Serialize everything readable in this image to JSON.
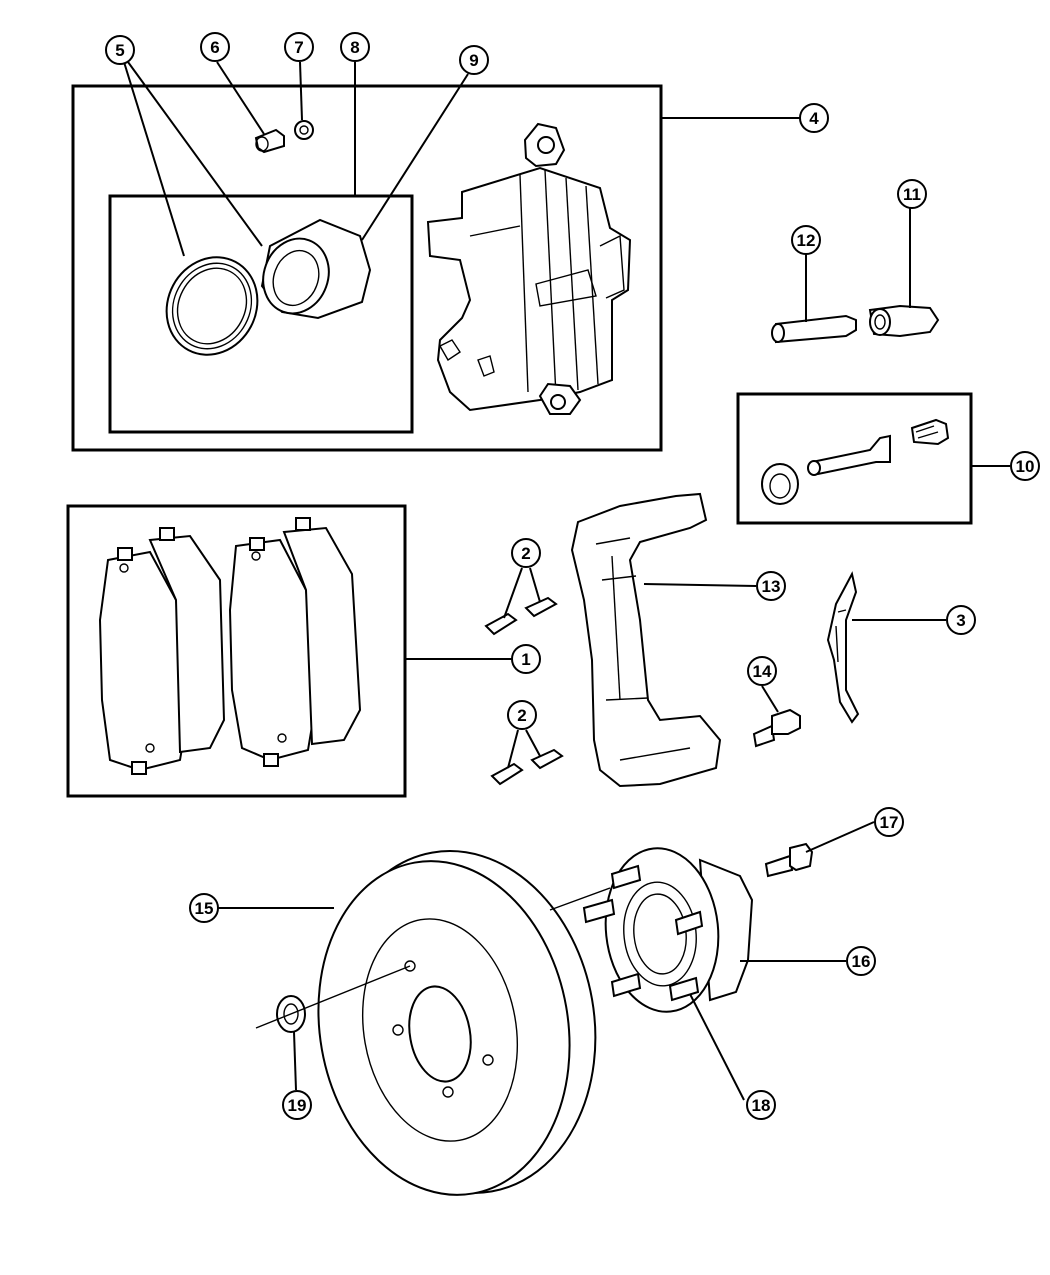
{
  "diagram": {
    "callouts": [
      {
        "id": "c1",
        "label": "1"
      },
      {
        "id": "c2a",
        "label": "2"
      },
      {
        "id": "c2b",
        "label": "2"
      },
      {
        "id": "c3",
        "label": "3"
      },
      {
        "id": "c4",
        "label": "4"
      },
      {
        "id": "c5",
        "label": "5"
      },
      {
        "id": "c6",
        "label": "6"
      },
      {
        "id": "c7",
        "label": "7"
      },
      {
        "id": "c8",
        "label": "8"
      },
      {
        "id": "c9",
        "label": "9"
      },
      {
        "id": "c10",
        "label": "10"
      },
      {
        "id": "c11",
        "label": "11"
      },
      {
        "id": "c12",
        "label": "12"
      },
      {
        "id": "c13",
        "label": "13"
      },
      {
        "id": "c14",
        "label": "14"
      },
      {
        "id": "c15",
        "label": "15"
      },
      {
        "id": "c16",
        "label": "16"
      },
      {
        "id": "c17",
        "label": "17"
      },
      {
        "id": "c18",
        "label": "18"
      },
      {
        "id": "c19",
        "label": "19"
      }
    ]
  }
}
